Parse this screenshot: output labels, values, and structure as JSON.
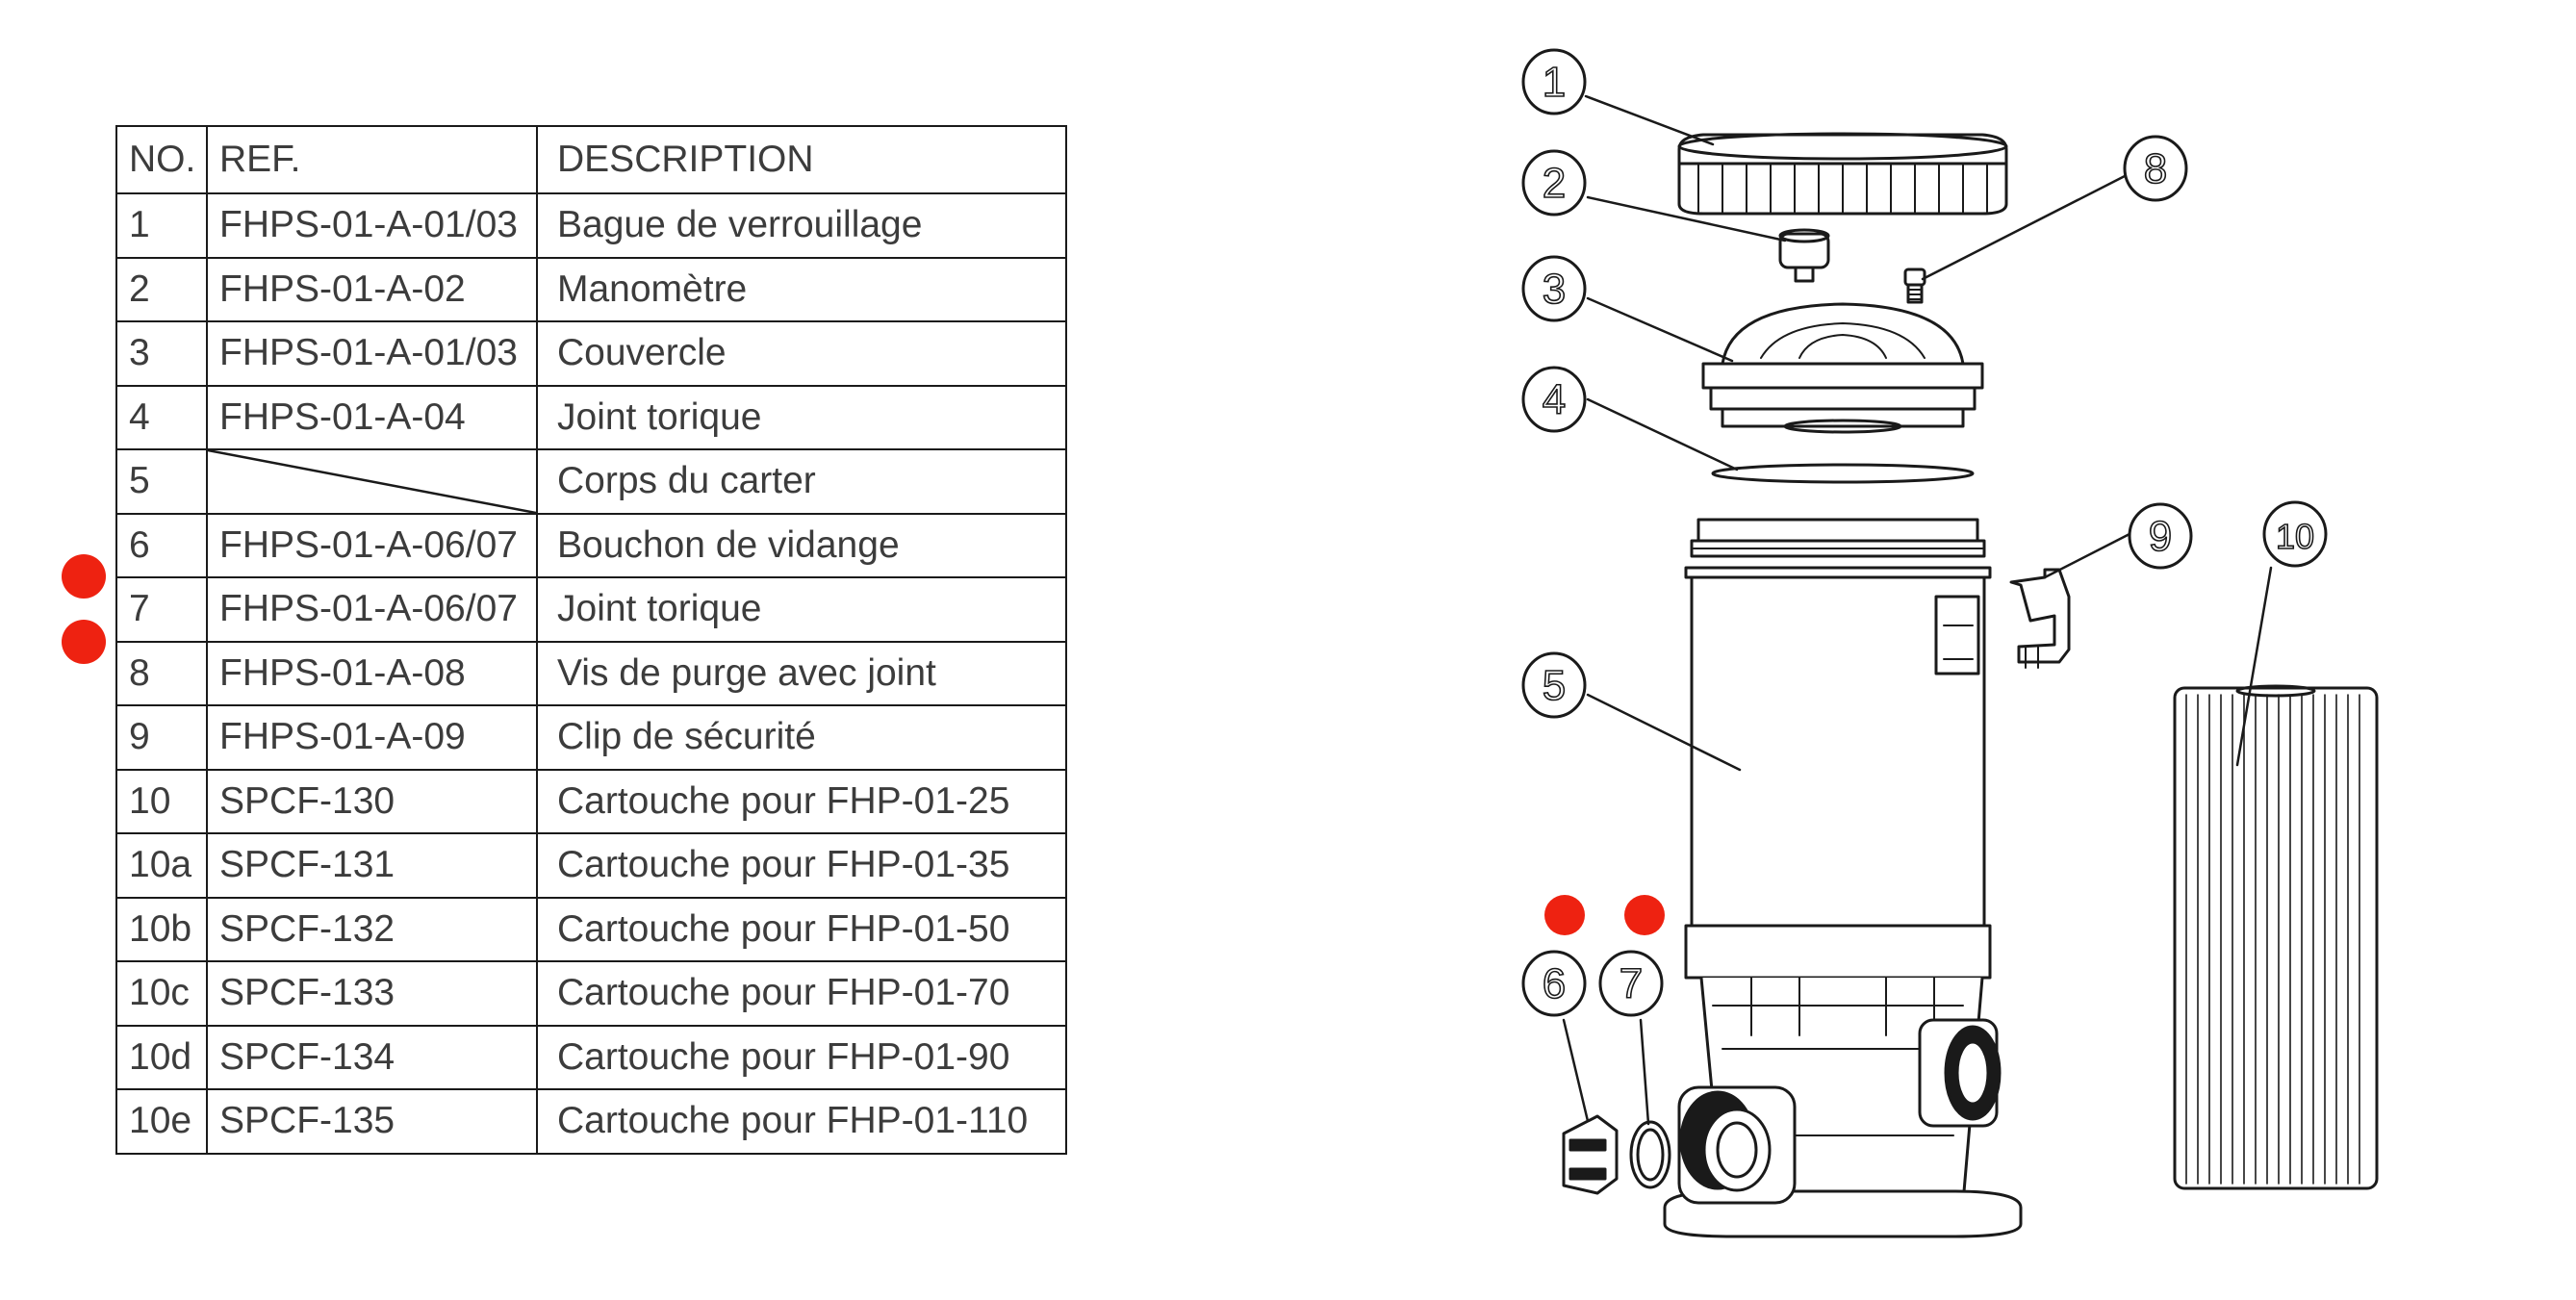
{
  "colors": {
    "marker": "#ee2211",
    "line": "#1a1a1a",
    "text": "#3c3c3c"
  },
  "table": {
    "headers": {
      "no": "NO.",
      "ref": "REF.",
      "description": "DESCRIPTION"
    },
    "rows": [
      {
        "no": "1",
        "ref": "FHPS-01-A-01/03",
        "description": "Bague de verrouillage"
      },
      {
        "no": "2",
        "ref": "FHPS-01-A-02",
        "description": "Manomètre"
      },
      {
        "no": "3",
        "ref": "FHPS-01-A-01/03",
        "description": "Couvercle"
      },
      {
        "no": "4",
        "ref": "FHPS-01-A-04",
        "description": "Joint torique"
      },
      {
        "no": "5",
        "ref": "",
        "description": "Corps du carter"
      },
      {
        "no": "6",
        "ref": "FHPS-01-A-06/07",
        "description": "Bouchon de vidange"
      },
      {
        "no": "7",
        "ref": "FHPS-01-A-06/07",
        "description": "Joint torique"
      },
      {
        "no": "8",
        "ref": "FHPS-01-A-08",
        "description": "Vis de purge avec joint"
      },
      {
        "no": "9",
        "ref": "FHPS-01-A-09",
        "description": "Clip de sécurité"
      },
      {
        "no": "10",
        "ref": "SPCF-130",
        "description": "Cartouche pour FHP-01-25"
      },
      {
        "no": "10a",
        "ref": "SPCF-131",
        "description": "Cartouche pour FHP-01-35"
      },
      {
        "no": "10b",
        "ref": "SPCF-132",
        "description": "Cartouche pour FHP-01-50"
      },
      {
        "no": "10c",
        "ref": "SPCF-133",
        "description": "Cartouche pour FHP-01-70"
      },
      {
        "no": "10d",
        "ref": "SPCF-134",
        "description": "Cartouche pour FHP-01-90"
      },
      {
        "no": "10e",
        "ref": "SPCF-135",
        "description": "Cartouche pour FHP-01-110"
      }
    ]
  },
  "callouts": [
    "1",
    "2",
    "3",
    "4",
    "5",
    "6",
    "7",
    "8",
    "9",
    "10"
  ]
}
